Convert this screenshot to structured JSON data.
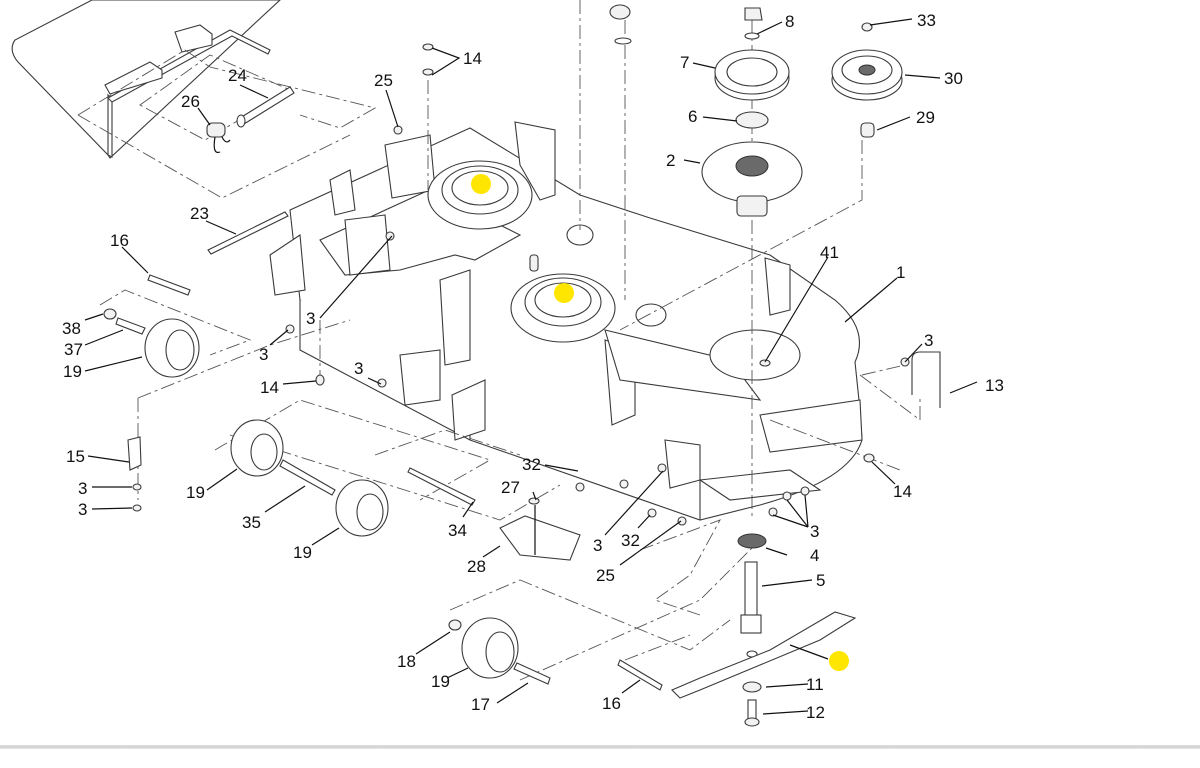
{
  "diagram": {
    "type": "exploded-parts-diagram",
    "subject": "mower deck assembly",
    "hotspot_color": "#ffe600",
    "callouts": [
      {
        "id": "c33",
        "label": "33"
      },
      {
        "id": "c8",
        "label": "8"
      },
      {
        "id": "c14a",
        "label": "14"
      },
      {
        "id": "c24",
        "label": "24"
      },
      {
        "id": "c25a",
        "label": "25"
      },
      {
        "id": "c7",
        "label": "7"
      },
      {
        "id": "c30",
        "label": "30"
      },
      {
        "id": "c26",
        "label": "26"
      },
      {
        "id": "c6",
        "label": "6"
      },
      {
        "id": "c29",
        "label": "29"
      },
      {
        "id": "c2",
        "label": "2"
      },
      {
        "id": "c23",
        "label": "23"
      },
      {
        "id": "c41",
        "label": "41"
      },
      {
        "id": "c16a",
        "label": "16"
      },
      {
        "id": "c1",
        "label": "1"
      },
      {
        "id": "c3a",
        "label": "3"
      },
      {
        "id": "c38",
        "label": "38"
      },
      {
        "id": "c37",
        "label": "37"
      },
      {
        "id": "c3b",
        "label": "3"
      },
      {
        "id": "c3c",
        "label": "3"
      },
      {
        "id": "c19a",
        "label": "19"
      },
      {
        "id": "c3d",
        "label": "3"
      },
      {
        "id": "c14b",
        "label": "14"
      },
      {
        "id": "c13",
        "label": "13"
      },
      {
        "id": "c15",
        "label": "15"
      },
      {
        "id": "c32a",
        "label": "32"
      },
      {
        "id": "c3e",
        "label": "3"
      },
      {
        "id": "c27",
        "label": "27"
      },
      {
        "id": "c14c",
        "label": "14"
      },
      {
        "id": "c19b",
        "label": "19"
      },
      {
        "id": "c3f",
        "label": "3"
      },
      {
        "id": "c35",
        "label": "35"
      },
      {
        "id": "c34",
        "label": "34"
      },
      {
        "id": "c3g",
        "label": "3"
      },
      {
        "id": "c32b",
        "label": "32"
      },
      {
        "id": "c3h",
        "label": "3"
      },
      {
        "id": "c4",
        "label": "4"
      },
      {
        "id": "c19c",
        "label": "19"
      },
      {
        "id": "c28",
        "label": "28"
      },
      {
        "id": "c25b",
        "label": "25"
      },
      {
        "id": "c5",
        "label": "5"
      },
      {
        "id": "c18",
        "label": "18"
      },
      {
        "id": "c19d",
        "label": "19"
      },
      {
        "id": "c11",
        "label": "11"
      },
      {
        "id": "c17",
        "label": "17"
      },
      {
        "id": "c16b",
        "label": "16"
      },
      {
        "id": "c12",
        "label": "12"
      }
    ],
    "hotspots": [
      {
        "id": "h1",
        "target": "spindle-left"
      },
      {
        "id": "h2",
        "target": "spindle-center"
      },
      {
        "id": "h3",
        "target": "blade"
      }
    ]
  }
}
